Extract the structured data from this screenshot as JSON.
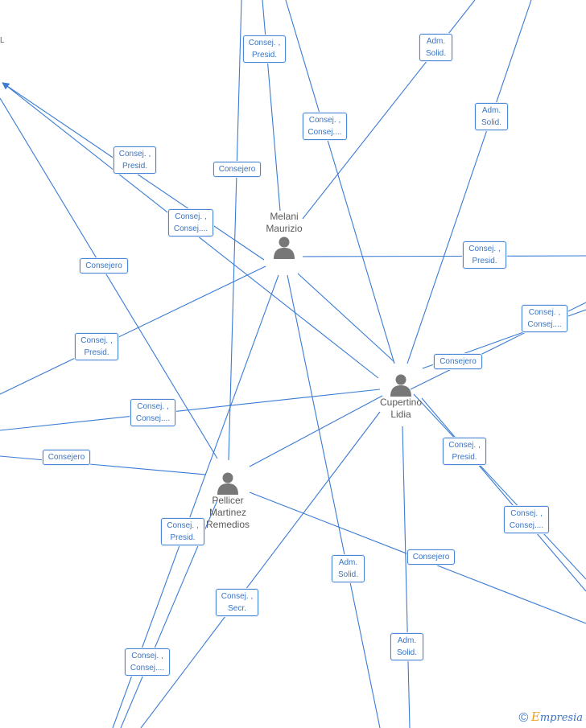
{
  "edge_marker": "L",
  "people": [
    {
      "id": "melani",
      "name": "Melani\nMaurizio"
    },
    {
      "id": "cupertino",
      "name": "Cupertino\nLidia"
    },
    {
      "id": "pellicer",
      "name": "Pellicer\nMartinez\nRemedios"
    }
  ],
  "labels": [
    "Consej. ,\nPresid.",
    "Adm.\nSolid.",
    "Consej. ,\nConsej....",
    "Adm.\nSolid.",
    "Consej. ,\nPresid.",
    "Consejero",
    "Consej. ,\nConsej....",
    "Consejero",
    "Consej. ,\nPresid.",
    "Consej. ,\nConsej....",
    "Consej. ,\nPresid.",
    "Consejero",
    "Consej. ,\nConsej....",
    "Consejero",
    "Consej. ,\nPresid.",
    "Consej. ,\nConsej....",
    "Consej. ,\nPresid.",
    "Adm.\nSolid.",
    "Consejero",
    "Consej. ,\nSecr.",
    "Adm.\nSolid.",
    "Consej. ,\nConsej...."
  ],
  "logo": {
    "copyright": "©",
    "brand_initial": "E",
    "brand_rest": "mpresia"
  }
}
